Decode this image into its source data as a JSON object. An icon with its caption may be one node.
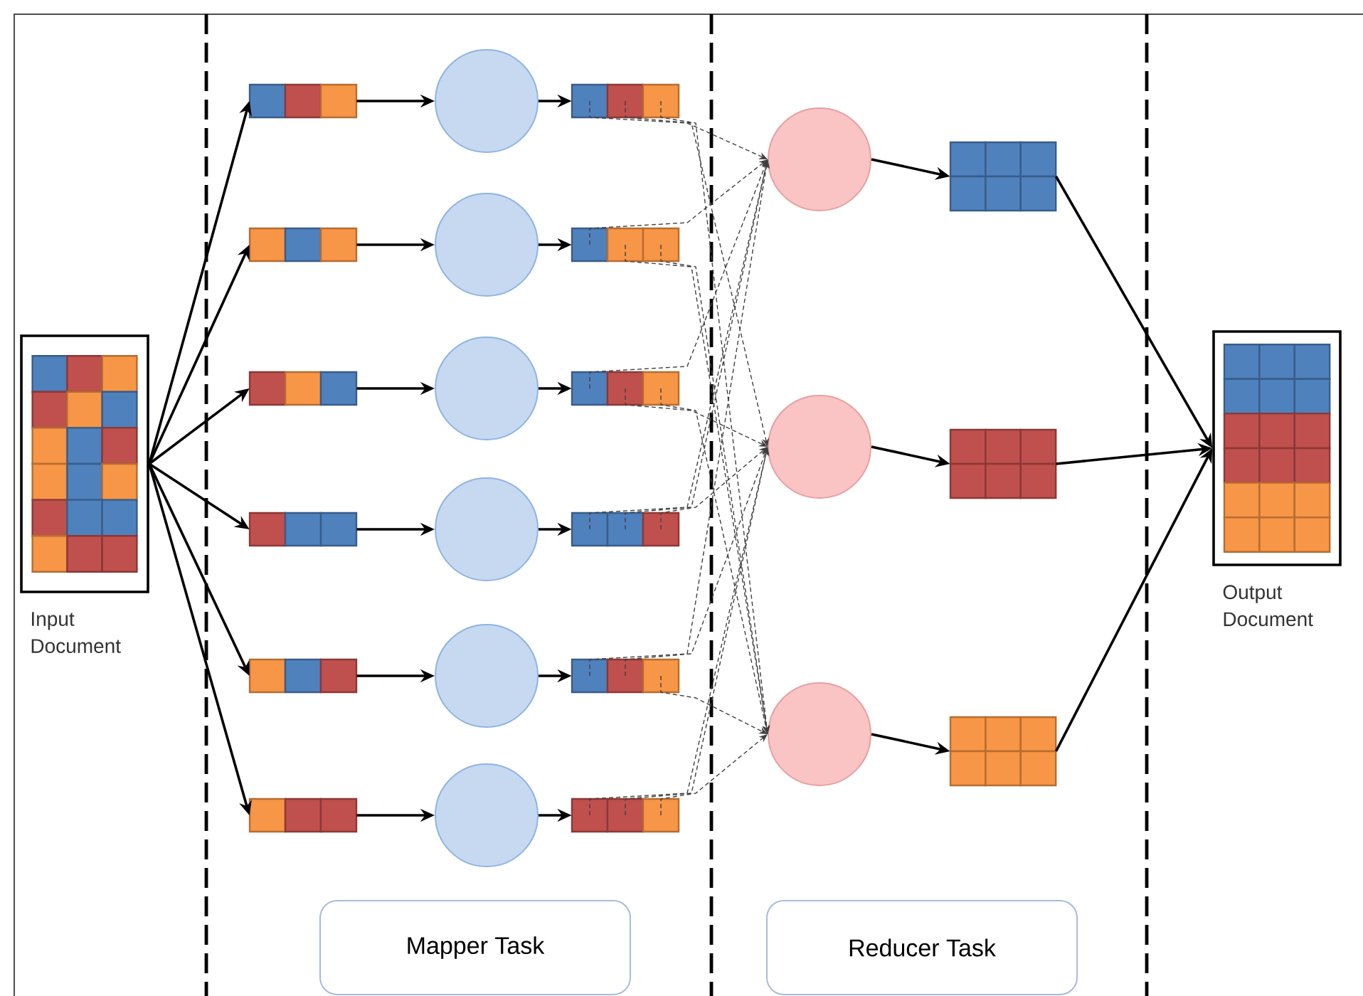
{
  "diagram": {
    "nodes": [
      {
        "text": [
          "Input Document"
        ]
      },
      {
        "text": [],
        "shape": "bar"
      },
      {
        "text": [],
        "shape": "bar"
      },
      {
        "text": [],
        "shape": "bar"
      },
      {
        "text": [],
        "shape": "bar"
      },
      {
        "text": [],
        "shape": "bar"
      },
      {
        "text": [],
        "shape": "bar"
      },
      {
        "text": [],
        "shape": "circle"
      },
      {
        "text": [],
        "shape": "circle"
      },
      {
        "text": [],
        "shape": "circle"
      },
      {
        "text": [],
        "shape": "circle"
      },
      {
        "text": [],
        "shape": "circle"
      },
      {
        "text": [],
        "shape": "circle"
      },
      {
        "text": [],
        "shape": "bar"
      },
      {
        "text": [],
        "shape": "bar"
      },
      {
        "text": [],
        "shape": "bar"
      },
      {
        "text": [],
        "shape": "bar"
      },
      {
        "text": [],
        "shape": "bar"
      },
      {
        "text": [],
        "shape": "bar"
      },
      {
        "text": [],
        "shape": "circle"
      },
      {
        "text": [],
        "shape": "circle"
      },
      {
        "text": [],
        "shape": "circle"
      },
      {
        "text": [],
        "shape": "box"
      },
      {
        "text": [],
        "shape": "box"
      },
      {
        "text": [],
        "shape": "box"
      },
      {
        "text": [
          "Output Document"
        ]
      },
      {
        "text": [
          "Mapper Task"
        ]
      },
      {
        "text": [
          "Reducer Task"
        ]
      }
    ],
    "edges": [
      {
        "from": 0,
        "to": 1,
        "arrow": "to"
      },
      {
        "from": 0,
        "to": 2,
        "arrow": "to"
      },
      {
        "from": 0,
        "to": 3,
        "arrow": "to"
      },
      {
        "from": 0,
        "to": 4,
        "arrow": "to"
      },
      {
        "from": 0,
        "to": 5,
        "arrow": "to"
      },
      {
        "from": 0,
        "to": 6,
        "arrow": "to"
      },
      {
        "from": 1,
        "to": 7,
        "arrow": "to"
      },
      {
        "from": 2,
        "to": 8,
        "arrow": "to"
      },
      {
        "from": 3,
        "to": 9,
        "arrow": "to"
      },
      {
        "from": 4,
        "to": 10,
        "arrow": "to"
      },
      {
        "from": 5,
        "to": 11,
        "arrow": "to"
      },
      {
        "from": 6,
        "to": 12,
        "arrow": "to"
      },
      {
        "from": 7,
        "to": 13,
        "arrow": "to"
      },
      {
        "from": 8,
        "to": 14,
        "arrow": "to"
      },
      {
        "from": 9,
        "to": 15,
        "arrow": "to"
      },
      {
        "from": 10,
        "to": 16,
        "arrow": "to"
      },
      {
        "from": 11,
        "to": 17,
        "arrow": "to"
      },
      {
        "from": 12,
        "to": 18,
        "arrow": "to"
      },
      {
        "from": 13,
        "to": 19,
        "arrow": "to",
        "style": "dashed"
      },
      {
        "from": 13,
        "to": 20,
        "arrow": "to",
        "style": "dashed"
      },
      {
        "from": 13,
        "to": 21,
        "arrow": "to",
        "style": "dashed"
      },
      {
        "from": 14,
        "to": 19,
        "arrow": "to",
        "style": "dashed"
      },
      {
        "from": 14,
        "to": 21,
        "arrow": "to",
        "style": "dashed"
      },
      {
        "from": 14,
        "to": 21,
        "arrow": "to",
        "style": "dashed"
      },
      {
        "from": 15,
        "to": 19,
        "arrow": "to",
        "style": "dashed"
      },
      {
        "from": 15,
        "to": 20,
        "arrow": "to",
        "style": "dashed"
      },
      {
        "from": 15,
        "to": 21,
        "arrow": "to",
        "style": "dashed"
      },
      {
        "from": 16,
        "to": 19,
        "arrow": "to",
        "style": "dashed"
      },
      {
        "from": 16,
        "to": 19,
        "arrow": "to",
        "style": "dashed"
      },
      {
        "from": 16,
        "to": 20,
        "arrow": "to",
        "style": "dashed"
      },
      {
        "from": 17,
        "to": 19,
        "arrow": "to",
        "style": "dashed"
      },
      {
        "from": 17,
        "to": 20,
        "arrow": "to",
        "style": "dashed"
      },
      {
        "from": 17,
        "to": 21,
        "arrow": "to",
        "style": "dashed"
      },
      {
        "from": 18,
        "to": 20,
        "arrow": "to",
        "style": "dashed"
      },
      {
        "from": 18,
        "to": 20,
        "arrow": "to",
        "style": "dashed"
      },
      {
        "from": 18,
        "to": 21,
        "arrow": "to",
        "style": "dashed"
      },
      {
        "from": 19,
        "to": 22,
        "arrow": "to"
      },
      {
        "from": 20,
        "to": 23,
        "arrow": "to"
      },
      {
        "from": 21,
        "to": 24,
        "arrow": "to"
      },
      {
        "from": 22,
        "to": 25,
        "arrow": "to"
      },
      {
        "from": 23,
        "to": 25,
        "arrow": "to"
      },
      {
        "from": 24,
        "to": 25,
        "arrow": "to"
      }
    ]
  }
}
